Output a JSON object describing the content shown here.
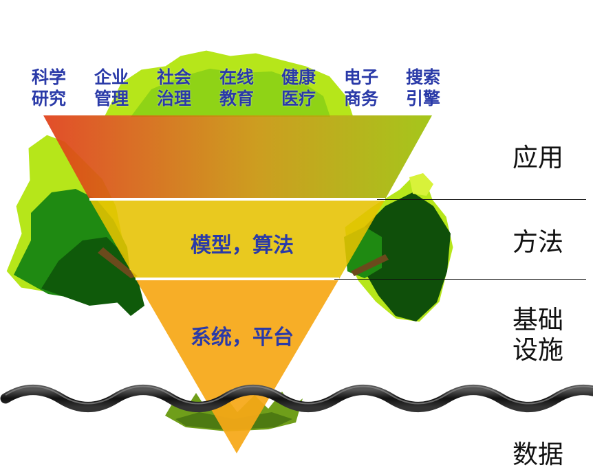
{
  "top_labels": [
    {
      "line1": "科学",
      "line2": "研究"
    },
    {
      "line1": "企业",
      "line2": "管理"
    },
    {
      "line1": "社会",
      "line2": "治理"
    },
    {
      "line1": "在线",
      "line2": "教育"
    },
    {
      "line1": "健康",
      "line2": "医疗"
    },
    {
      "line1": "电子",
      "line2": "商务"
    },
    {
      "line1": "搜索",
      "line2": "引擎"
    }
  ],
  "layers": {
    "method_layer": "模型，算法",
    "infrastructure_layer": "系统，平台"
  },
  "side_labels": {
    "application": "应用",
    "method": "方法",
    "infrastructure_line1": "基础",
    "infrastructure_line2": "设施",
    "data": "数据"
  },
  "colors": {
    "label_blue": "#2a3aa8",
    "application_gradient_start": "#e0401a",
    "application_gradient_end": "#9ec20a",
    "method_layer": "#e6c200",
    "infrastructure_layer": "#f6a817",
    "tree_dark": "#0f4f0a",
    "tree_mid": "#1f8a12",
    "tree_light": "#b6e61a",
    "wave": "#1a1a1a"
  }
}
